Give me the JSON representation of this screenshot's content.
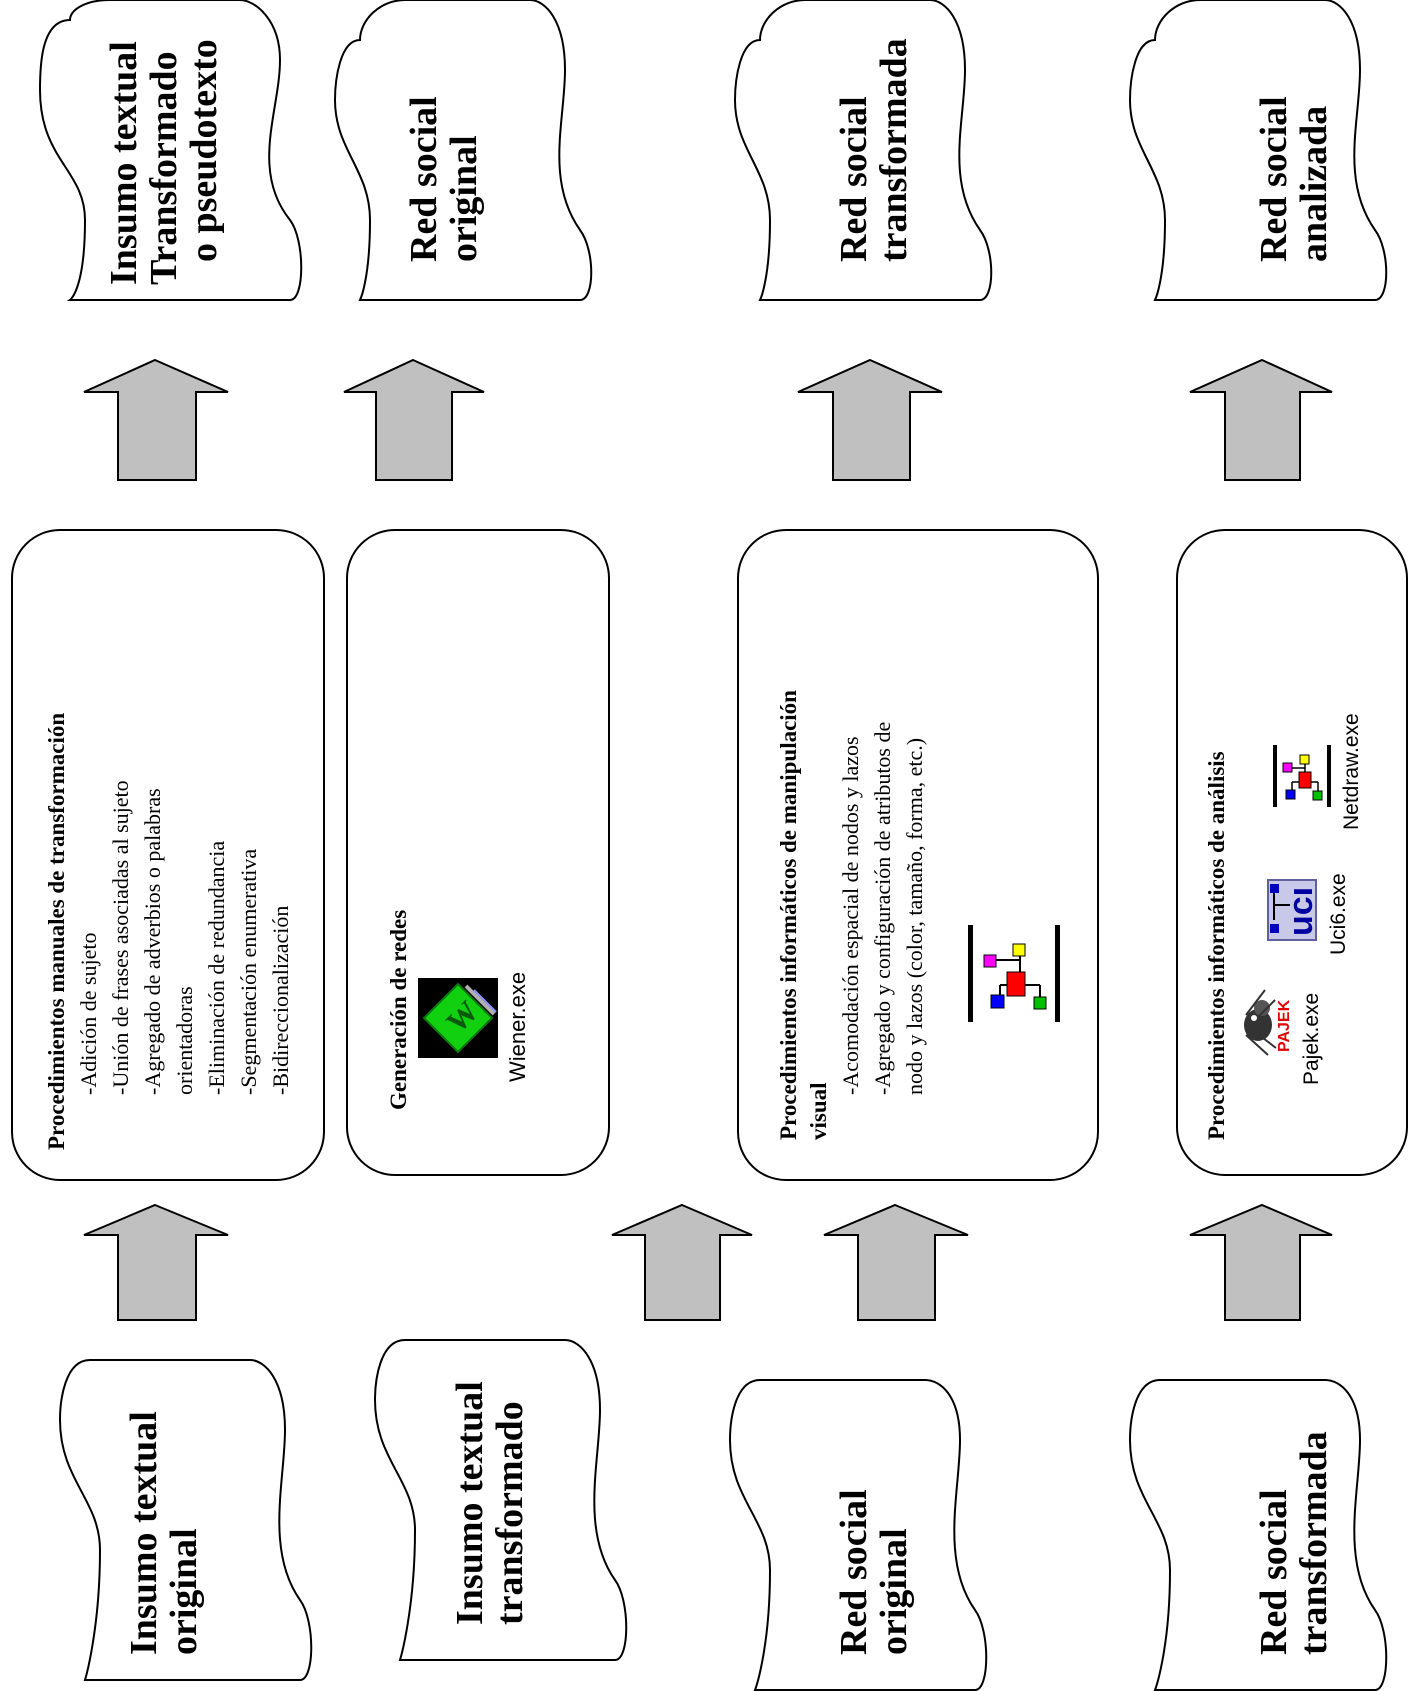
{
  "columns": [
    {
      "input_doc": [
        "Insumo textual",
        "original"
      ],
      "process": {
        "title": "Procedimientos manuales de transformación",
        "items": [
          "-Adición de sujeto",
          "-Unión de frases asociadas al sujeto",
          "-Agregado de adverbios o palabras",
          "orientadoras",
          "-Eliminación de redundancia",
          "-Segmentación enumerativa",
          "-Bidireccionalización"
        ]
      },
      "output_doc": [
        "Insumo textual",
        "Transformado",
        "o pseudotexto"
      ]
    },
    {
      "input_doc": [
        "Insumo textual",
        "transformado"
      ],
      "process": {
        "title": "Generación de redes",
        "tool": "Wiener.exe"
      },
      "output_doc": [
        "Red social",
        "original"
      ]
    },
    {
      "input_doc": [
        "Red social",
        "original"
      ],
      "process": {
        "title": [
          "Procedimientos informáticos de manipulación",
          "visual"
        ],
        "items": [
          "-Acomodación espacial de nodos y lazos",
          "-Agregado y configuración de atributos de",
          "nodo y lazos (color, tamaño, forma, etc.)"
        ]
      },
      "output_doc": [
        "Red social",
        "transformada"
      ]
    },
    {
      "input_doc": [
        "Red social",
        "transformada"
      ],
      "process": {
        "title": "Procedimientos informáticos de análisis",
        "tools": [
          "Pajek.exe",
          "Uci6.exe",
          "Netdraw.exe"
        ],
        "pajek_logo_text": "PAJEK",
        "uci_logo_text": "ucı"
      },
      "output_doc": [
        "Red social",
        "analizada"
      ]
    }
  ],
  "colors": {
    "arrow_fill": "#c0c0c0",
    "stroke": "#000000",
    "wiener_green": "#10d010",
    "node_red": "#ff0000",
    "node_blue": "#0000ff",
    "node_yellow": "#ffff00",
    "node_magenta": "#ff00ff",
    "node_green": "#00c000"
  }
}
